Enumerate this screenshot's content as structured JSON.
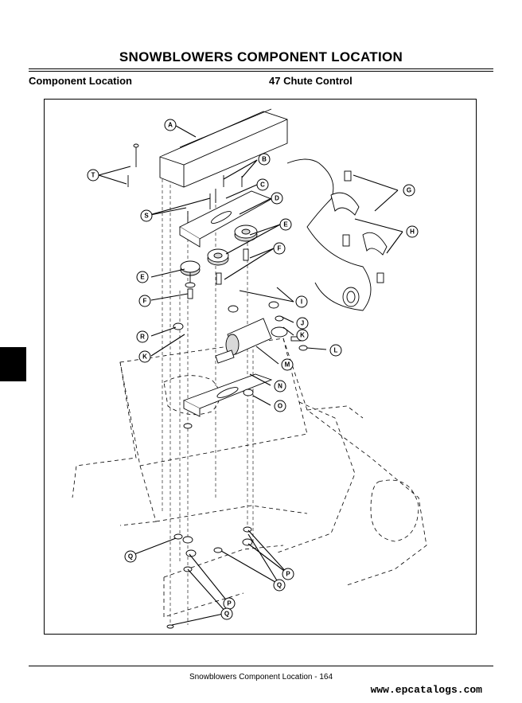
{
  "header": {
    "title": "SNOWBLOWERS   COMPONENT LOCATION",
    "subtitle_left": "Component Location",
    "subtitle_right": "47 Chute Control"
  },
  "diagram": {
    "callout_labels": [
      "A",
      "B",
      "C",
      "D",
      "E",
      "F",
      "G",
      "H",
      "I",
      "J",
      "K",
      "L",
      "M",
      "N",
      "O",
      "P",
      "Q",
      "R",
      "S",
      "T"
    ]
  },
  "footer": {
    "text": "Snowblowers   Component Location  - 164",
    "watermark": "www.epcatalogs.com"
  },
  "colors": {
    "ink": "#000000",
    "paper": "#ffffff",
    "tab": "#000000"
  }
}
